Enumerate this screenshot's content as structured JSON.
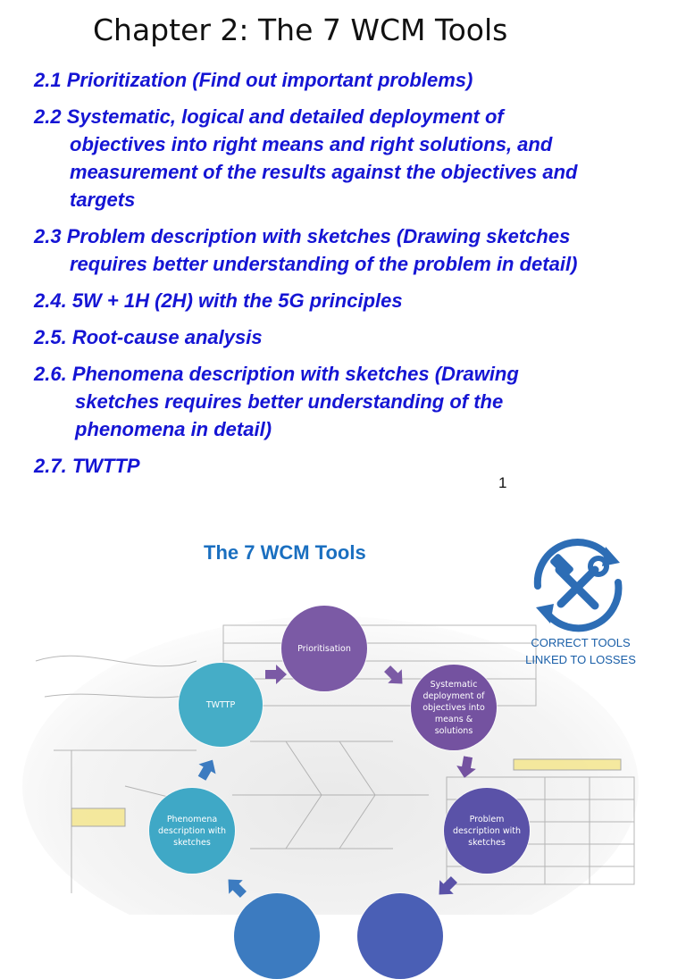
{
  "header": {
    "title": "Chapter 2: The 7 WCM Tools"
  },
  "items": [
    {
      "num": "2.1 ",
      "lines": [
        "Prioritization (Find out important problems)"
      ]
    },
    {
      "num": "2.2 ",
      "lines": [
        "Systematic, logical and detailed deployment of",
        "objectives into  right means and right solutions, and",
        "measurement of the   results against the objectives and",
        "targets"
      ]
    },
    {
      "num": "2.3 ",
      "lines": [
        "Problem description with sketches (Drawing sketches",
        "requires better understanding of the problem in detail)"
      ]
    },
    {
      "num": "2.4. ",
      "lines": [
        "5W + 1H (2H) with the 5G principles"
      ]
    },
    {
      "num": "2.5. ",
      "lines": [
        "Root-cause analysis"
      ]
    },
    {
      "num": "2.6. ",
      "lines": [
        "Phenomena description with sketches (Drawing",
        "sketches requires better understanding of the",
        "phenomena in detail)"
      ]
    },
    {
      "num": "2.7. ",
      "lines": [
        "TWTTP"
      ]
    }
  ],
  "page_number": "1",
  "diagram": {
    "title": "The 7 WCM Tools",
    "logo_text_line1": "CORRECT TOOLS",
    "logo_text_line2": "LINKED TO LOSSES",
    "nodes": {
      "prioritisation": "Prioritisation",
      "systematic": "Systematic deployment of objectives into means & solutions",
      "problem": "Problem description with sketches",
      "phenomena": "Phenomena description with sketches",
      "twttp": "TWTTP"
    },
    "colors": {
      "prioritisation": "#7b5aa5",
      "systematic": "#7452a0",
      "problem": "#5a52a8",
      "phenomena": "#3fa8c6",
      "twttp": "#45adc7",
      "bottom_left": "#3c7bc0",
      "bottom_right": "#4a5fb5",
      "arrow": "#7b5aa5",
      "logo": "#2d6db5"
    }
  }
}
